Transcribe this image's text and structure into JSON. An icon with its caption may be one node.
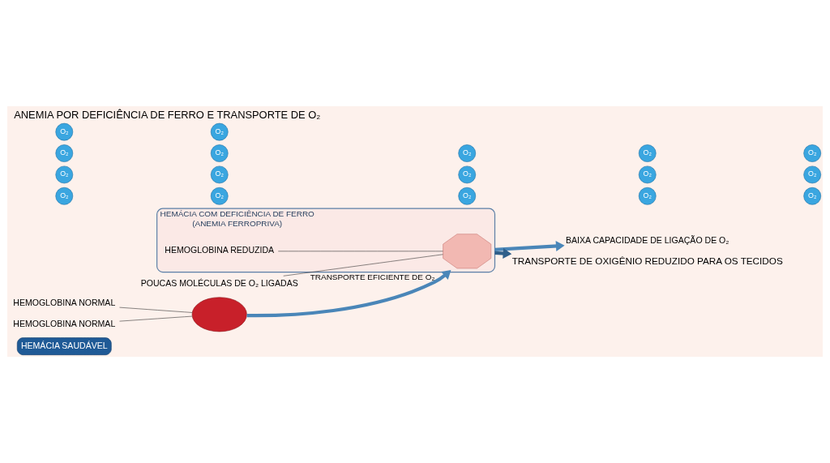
{
  "diagram": {
    "title": "ANEMIA POR DEFICIÊNCIA DE FERRO E TRANSPORTE DE O₂",
    "nodes": [
      {
        "text": [
          "HEMÁCIA SAUDÁVEL"
        ]
      },
      {
        "text": [],
        "shape": "circle"
      },
      {
        "text": [
          "HEMOGLOBINA NORMAL"
        ]
      },
      {
        "text": [
          "HEMOGLOBINA NORMAL"
        ]
      },
      {
        "text": [
          "HEMÁCIA COM DEFICIÊNCIA DE FERRO",
          "(ANEMIA FERROPRIVA)"
        ]
      },
      {
        "text": [],
        "shape": "cloud",
        "in": 4
      },
      {
        "text": [
          "HEMOGLOBINA REDUZIDA"
        ],
        "in": 4
      },
      {
        "text": [
          "POUCAS MOLÉCULAS DE O₂ LIGADAS"
        ]
      },
      {
        "text": [
          "BAIXA CAPACIDADE DE LIGAÇÃO DE O₂"
        ]
      },
      {
        "text": [
          "TRANSPORTE DE OXIGÊNIO REDUZIDO PARA OS TECIDOS"
        ]
      }
    ],
    "edges": [
      {
        "from": 2,
        "to": 1,
        "arrow": "none"
      },
      {
        "from": 3,
        "to": 1,
        "arrow": "none"
      },
      {
        "from": 1,
        "to": 4,
        "arrow": "to",
        "label": "TRANSPORTE EFICIENTE DE O₂",
        "style": "thick",
        "color": "#4a86b8"
      },
      {
        "from": 6,
        "to": 5,
        "arrow": "none"
      },
      {
        "from": 7,
        "to": 5,
        "arrow": "none"
      },
      {
        "from": 4,
        "to": 8,
        "arrow": "to",
        "style": "thick",
        "color": "#4a86b8"
      },
      {
        "from": 4,
        "to": 9,
        "arrow": "to",
        "style": "thick",
        "color": "#2f5f8a"
      }
    ],
    "labels": [
      "O₂",
      "O₂",
      "O₂",
      "O₂",
      "O₂",
      "O₂",
      "O₂",
      "O₂",
      "O₂",
      "O₂",
      "O₂",
      "O₂",
      "O₂",
      "O₂",
      "O₂",
      "O₂",
      "O₂"
    ]
  }
}
